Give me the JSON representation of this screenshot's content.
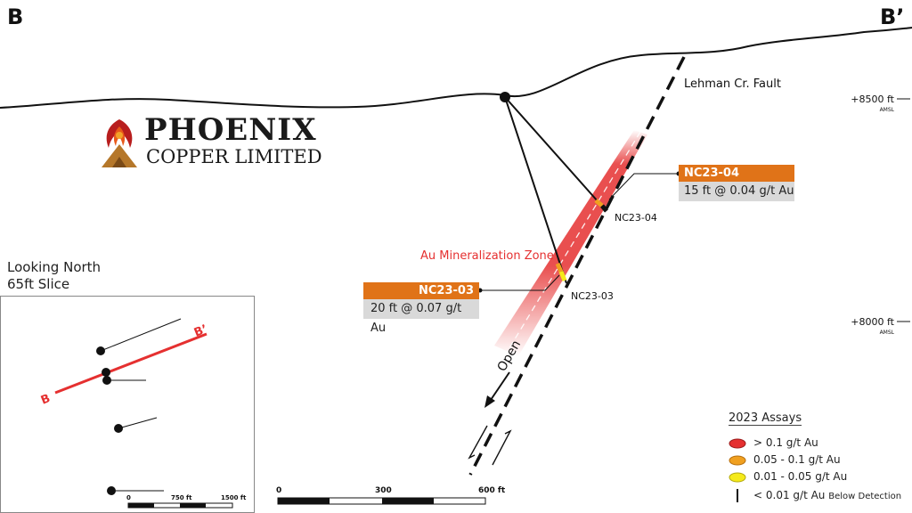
{
  "section": {
    "start_label": "B",
    "end_label": "B’"
  },
  "logo": {
    "name_line1": "PHOENIX",
    "name_line2": "COPPER LIMITED"
  },
  "fault": {
    "label": "Lehman Cr. Fault"
  },
  "zone": {
    "label": "Au Mineralization Zone",
    "open_label": "Open",
    "color": "#e53030"
  },
  "elevations": [
    {
      "value": "+8500 ft",
      "unit": "AMSL"
    },
    {
      "value": "+8000 ft",
      "unit": "AMSL"
    }
  ],
  "drillholes": [
    {
      "id": "NC23-04",
      "result": "15 ft @ 0.04 g/t Au"
    },
    {
      "id": "NC23-03",
      "result": "20 ft @ 0.07 g/t Au"
    }
  ],
  "scale_bar": {
    "ticks": [
      "0",
      "300",
      "600 ft"
    ]
  },
  "inset": {
    "title_line1": "Looking North",
    "title_line2": "65ft Slice",
    "section_start": "B",
    "section_end": "B’",
    "scale_ticks": [
      "0",
      "750 ft",
      "1500 ft"
    ]
  },
  "legend": {
    "title": "2023 Assays",
    "items": [
      {
        "label": "> 0.1 g/t Au",
        "color": "#e53030"
      },
      {
        "label": "0.05 - 0.1 g/t Au",
        "color": "#f0a020"
      },
      {
        "label": "0.01 - 0.05 g/t Au",
        "color": "#f5ea1a"
      },
      {
        "label": "< 0.01 g/t Au",
        "note": "Below Detection",
        "color": "#222222"
      }
    ]
  },
  "colors": {
    "callout_header": "#e07318",
    "callout_body": "#d9d9d9",
    "accent_red": "#e53030"
  }
}
